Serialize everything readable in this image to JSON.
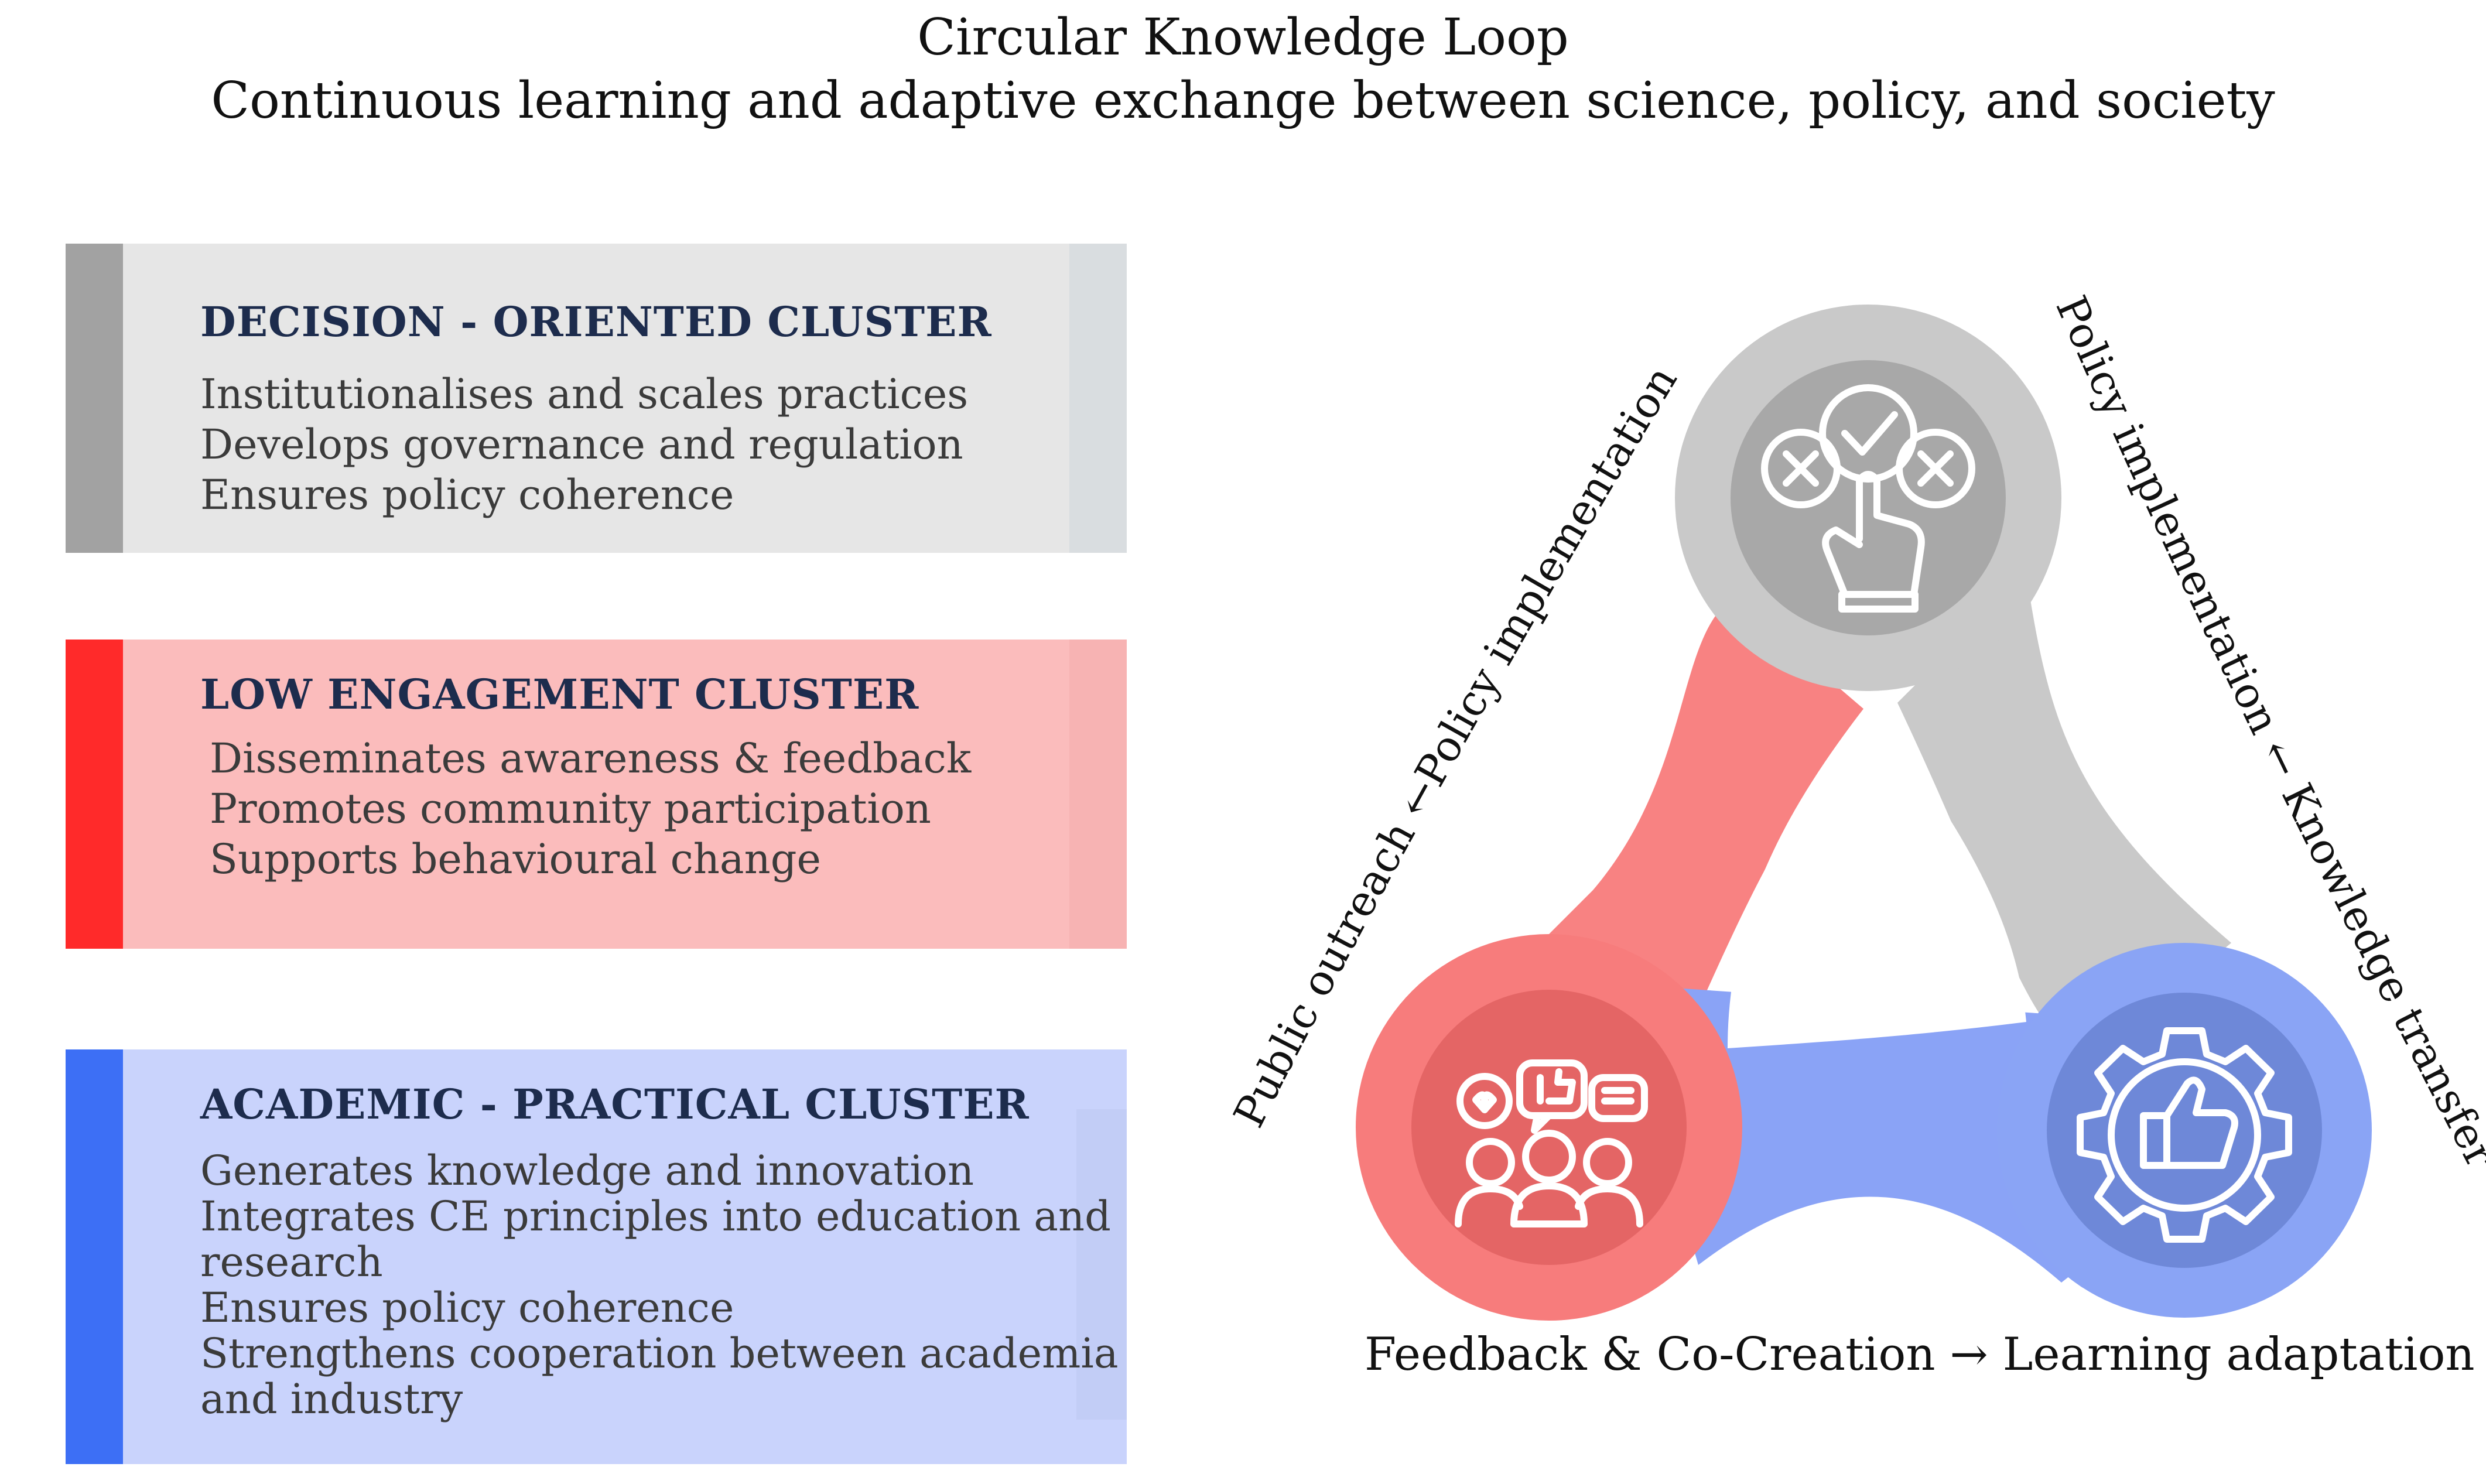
{
  "header": {
    "title": "Circular Knowledge Loop",
    "subtitle": "Continuous learning and adaptive exchange between science, policy, and society"
  },
  "clusters": [
    {
      "title": "DECISION - ORIENTED CLUSTER",
      "lines": [
        "Institutionalises and scales practices",
        "Develops governance and regulation",
        "Ensures policy coherence"
      ],
      "bar_color": "#a2a2a2",
      "fill_color": "#e6e6e6"
    },
    {
      "title": "LOW ENGAGEMENT CLUSTER",
      "lines": [
        "Disseminates awareness & feedback",
        "Promotes community participation",
        "Supports behavioural change"
      ],
      "bar_color": "#ff2a2a",
      "fill_color": "#fbbcbc"
    },
    {
      "title": "ACADEMIC - PRACTICAL CLUSTER",
      "lines": [
        "Generates knowledge and innovation",
        "Integrates CE principles into education and",
        "research",
        "Ensures policy coherence",
        "Strengthens cooperation between academia",
        "and industry"
      ],
      "bar_color": "#3d6ff5",
      "fill_color": "#c9d3fc"
    }
  ],
  "loop": {
    "left_label": "Public outreach ←Policy implementation",
    "right_label": "Policy implementation ← Knowledge transfer",
    "bottom_label": "Feedback & Co-Creation → Learning adaptation",
    "nodes": [
      {
        "name": "decision",
        "icon": "hand-check-choice-icon",
        "color": "#c8c8c8"
      },
      {
        "name": "community",
        "icon": "people-feedback-icon",
        "color": "#f77c7c"
      },
      {
        "name": "knowledge",
        "icon": "gear-thumbs-up-icon",
        "color": "#8aa4f5"
      }
    ]
  }
}
